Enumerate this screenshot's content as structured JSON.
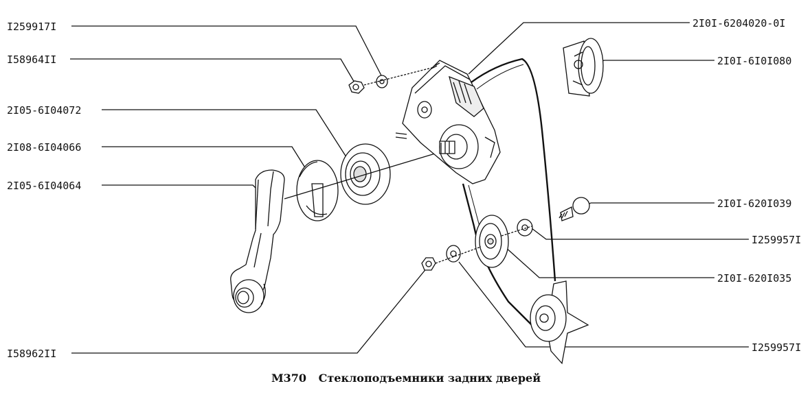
{
  "labels_left": [
    {
      "id": "l1",
      "text": "I259917I"
    },
    {
      "id": "l2",
      "text": "I58964II"
    },
    {
      "id": "l3",
      "text": "2I05-6I04072"
    },
    {
      "id": "l4",
      "text": "2I08-6I04066"
    },
    {
      "id": "l5",
      "text": "2I05-6I04064"
    },
    {
      "id": "l6",
      "text": "I58962II"
    }
  ],
  "labels_right": [
    {
      "id": "r1",
      "text": "2I0I-6204020-0I"
    },
    {
      "id": "r2",
      "text": "2I0I-6I0I080"
    },
    {
      "id": "r3",
      "text": "2I0I-620I039"
    },
    {
      "id": "r4",
      "text": "I259957I"
    },
    {
      "id": "r5",
      "text": "2I0I-620I035"
    },
    {
      "id": "r6",
      "text": "I259957I"
    }
  ],
  "caption": {
    "code": "М370",
    "title": "Стеклоподъемники задних дверей"
  },
  "colors": {
    "ink": "#111111",
    "paper": "#ffffff"
  }
}
